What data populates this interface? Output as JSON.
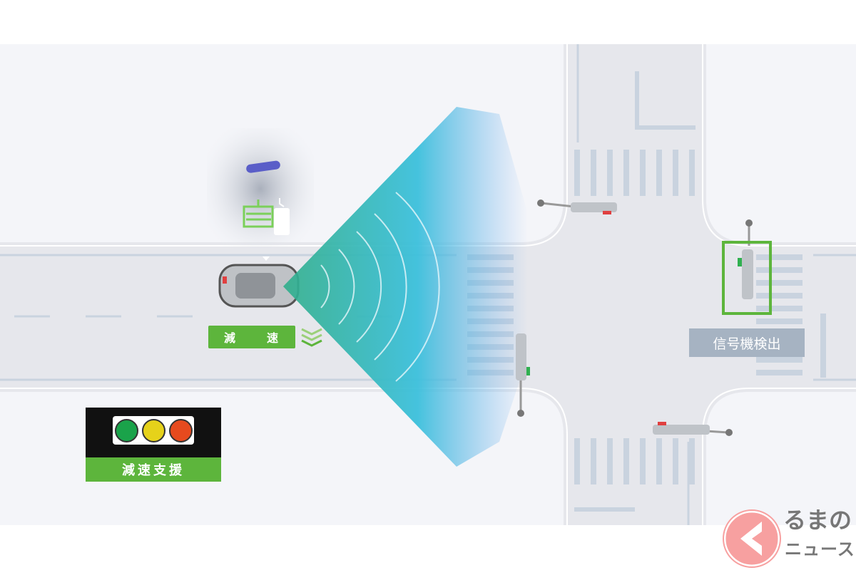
{
  "labels": {
    "deceleration": "減　速",
    "signal_detection": "信号機検出",
    "deceleration_support": "減速支援"
  },
  "signal_legend": {
    "lamps": [
      {
        "name": "green",
        "color": "#1aa34a"
      },
      {
        "name": "yellow",
        "color": "#e6d21a"
      },
      {
        "name": "red",
        "color": "#e64a1e"
      }
    ]
  },
  "logo": {
    "line1": "るまの",
    "line2": "ニュース",
    "mark": "く"
  },
  "colors": {
    "accent_green": "#5db53c",
    "sensor_blue": "#3cc0dc",
    "road": "#e6e7ec",
    "background": "#f4f5f9"
  }
}
